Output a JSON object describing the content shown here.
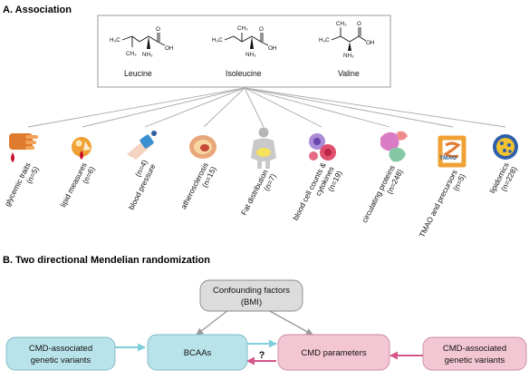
{
  "section_a": {
    "title": "A. Association"
  },
  "molecules": [
    {
      "name": "Leucine",
      "labels": [
        "H₃C",
        "O",
        "OH",
        "CH₃",
        "NH₂"
      ]
    },
    {
      "name": "Isoleucine",
      "labels": [
        "CH₃",
        "H₃C",
        "O",
        "OH",
        "NH₂"
      ]
    },
    {
      "name": "Valine",
      "labels": [
        "CH₃",
        "H₃C",
        "O",
        "OH",
        "NH₂"
      ]
    }
  ],
  "traits": [
    {
      "line1": "glycemic traits",
      "line2": "(n=5)",
      "icon": "hand-blood-drop-icon"
    },
    {
      "line1": "lipid measures",
      "line2": "(n=6)",
      "icon": "lipid-droplet-icon"
    },
    {
      "line1": "(n=4)",
      "line2": "blood pressure",
      "icon": "blood-pressure-cuff-icon"
    },
    {
      "line1": "atherosclerosis",
      "line2": "(n=15)",
      "icon": "artery-plaque-icon"
    },
    {
      "line1": "Fat distribution",
      "line2": "(n=7)",
      "icon": "body-silhouette-icon"
    },
    {
      "line1": "blood cell counts &",
      "line2": "cytokines",
      "line3": "(n=19)",
      "icon": "blood-cells-icon"
    },
    {
      "line1": "circulating proteins",
      "line2": "(n=248)",
      "icon": "proteins-icon"
    },
    {
      "line1": "TMAO and precursors",
      "line2": "(n=5)",
      "icon": "intestine-icon",
      "icon_text": "TMAO"
    },
    {
      "line1": "lipidomics",
      "line2": "(n=228)",
      "icon": "lipid-particle-icon"
    }
  ],
  "section_b": {
    "title": "B. Two directional Mendelian randomization"
  },
  "mr": {
    "confounder_line1": "Confounding factors",
    "confounder_line2": "(BMI)",
    "left_variants_line1": "CMD-associated",
    "left_variants_line2": "genetic variants",
    "bcaa": "BCAAs",
    "question": "?",
    "cmd": "CMD parameters",
    "right_variants_line1": "CMD-associated",
    "right_variants_line2": "genetic variants"
  },
  "colors": {
    "bcaa_fill": "#b9e3ea",
    "cmd_fill": "#f3c6d3",
    "confounder_fill": "#dcdcdc",
    "blue_arrow": "#7fd0dc",
    "pink_arrow": "#d5568a",
    "gray_arrow": "#9a9a9a",
    "fan_line": "#a8a8a8"
  }
}
